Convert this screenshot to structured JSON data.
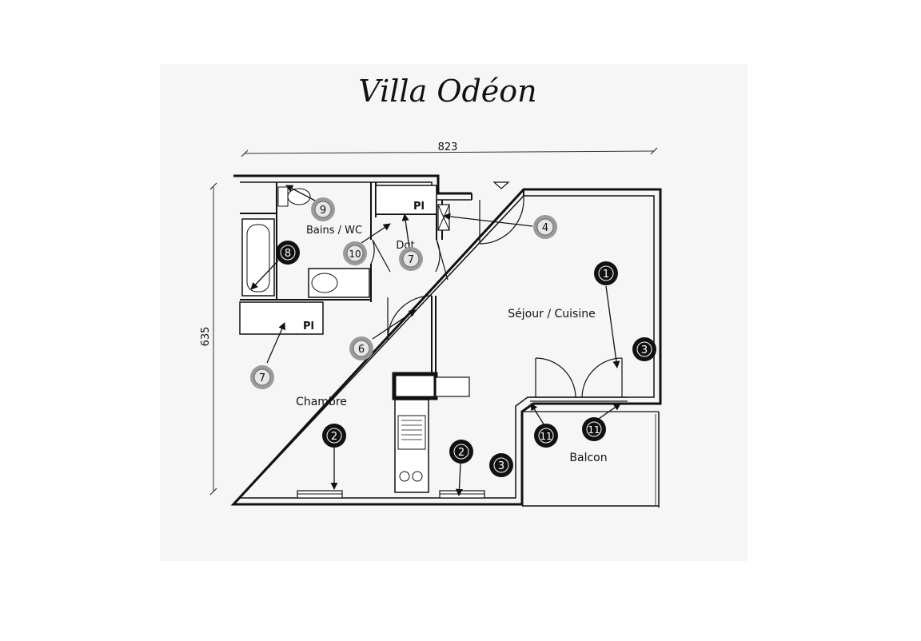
{
  "title": "Villa Odéon",
  "dimensions": {
    "width": "823",
    "height": "635"
  },
  "rooms": {
    "bains_wc": "Bains / WC",
    "dgt": "Dgt",
    "pl_top": "Pl",
    "pl_left": "Pl",
    "sejour_cuisine": "Séjour / Cuisine",
    "chambre": "Chambre",
    "balcon": "Balcon"
  },
  "markers": [
    {
      "id": "m1",
      "label": "1",
      "style": "dark"
    },
    {
      "id": "m2a",
      "label": "2",
      "style": "dark"
    },
    {
      "id": "m2b",
      "label": "2",
      "style": "dark"
    },
    {
      "id": "m3a",
      "label": "3",
      "style": "dark"
    },
    {
      "id": "m3b",
      "label": "3",
      "style": "dark"
    },
    {
      "id": "m4",
      "label": "4",
      "style": "light"
    },
    {
      "id": "m6",
      "label": "6",
      "style": "light"
    },
    {
      "id": "m7a",
      "label": "7",
      "style": "light"
    },
    {
      "id": "m7b",
      "label": "7",
      "style": "light"
    },
    {
      "id": "m8",
      "label": "8",
      "style": "dark"
    },
    {
      "id": "m9",
      "label": "9",
      "style": "light"
    },
    {
      "id": "m10",
      "label": "10",
      "style": "light"
    },
    {
      "id": "m11a",
      "label": "11",
      "style": "dark"
    },
    {
      "id": "m11b",
      "label": "11",
      "style": "dark"
    }
  ],
  "colors": {
    "wall": "#111111",
    "paper": "#f6f6f6",
    "marker_dark": "#111111",
    "marker_light": "#9a9a9a"
  }
}
